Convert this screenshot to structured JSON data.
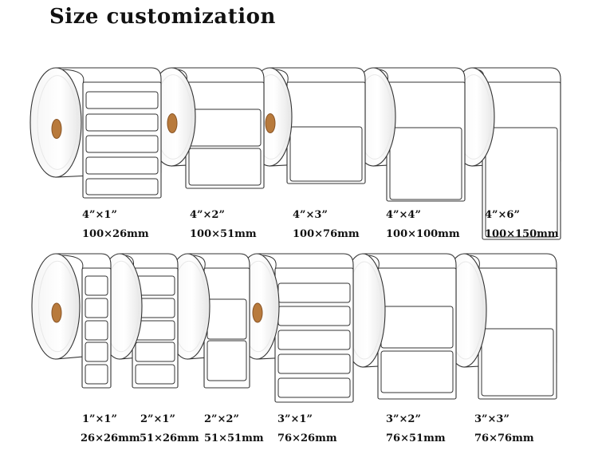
{
  "title": "Size customization",
  "colors": {
    "core": "#b87a3c",
    "core_dark": "#8a5526",
    "outline": "#333333",
    "shade": "#e8e8e8"
  },
  "rolls": [
    {
      "inch": "4”×1”",
      "mm": "100×26mm"
    },
    {
      "inch": "4”×2”",
      "mm": "100×51mm"
    },
    {
      "inch": "4”×3”",
      "mm": "100×76mm"
    },
    {
      "inch": "4”×4”",
      "mm": "100×100mm"
    },
    {
      "inch": "4”×6”",
      "mm": "100×150mm"
    },
    {
      "inch": "1”×1”",
      "mm": "26×26mm"
    },
    {
      "inch": "2”×1”",
      "mm": "51×26mm"
    },
    {
      "inch": "2”×2”",
      "mm": "51×51mm"
    },
    {
      "inch": "3”×1”",
      "mm": "76×26mm"
    },
    {
      "inch": "3”×2”",
      "mm": "76×51mm"
    },
    {
      "inch": "3”×3”",
      "mm": "76×76mm"
    }
  ]
}
